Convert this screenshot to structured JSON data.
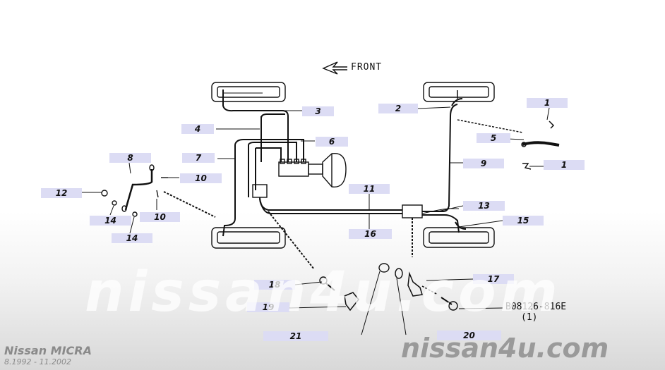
{
  "diagram": {
    "front_label": "FRONT",
    "part_reference": "B08126-816E",
    "part_reference_qty": "(1)",
    "watermark": "nissan4u.com",
    "watermark_small": "nissan4u.com",
    "model": "Nissan MICRA",
    "years": "8.1992 - 11.2002",
    "callouts": [
      {
        "label": "1"
      },
      {
        "label": "1"
      },
      {
        "label": "2"
      },
      {
        "label": "3"
      },
      {
        "label": "4"
      },
      {
        "label": "5"
      },
      {
        "label": "6"
      },
      {
        "label": "7"
      },
      {
        "label": "8"
      },
      {
        "label": "9"
      },
      {
        "label": "10"
      },
      {
        "label": "10"
      },
      {
        "label": "11"
      },
      {
        "label": "12"
      },
      {
        "label": "13"
      },
      {
        "label": "14"
      },
      {
        "label": "14"
      },
      {
        "label": "15"
      },
      {
        "label": "16"
      },
      {
        "label": "17"
      },
      {
        "label": "18"
      },
      {
        "label": "19"
      },
      {
        "label": "20"
      },
      {
        "label": "21"
      }
    ]
  }
}
